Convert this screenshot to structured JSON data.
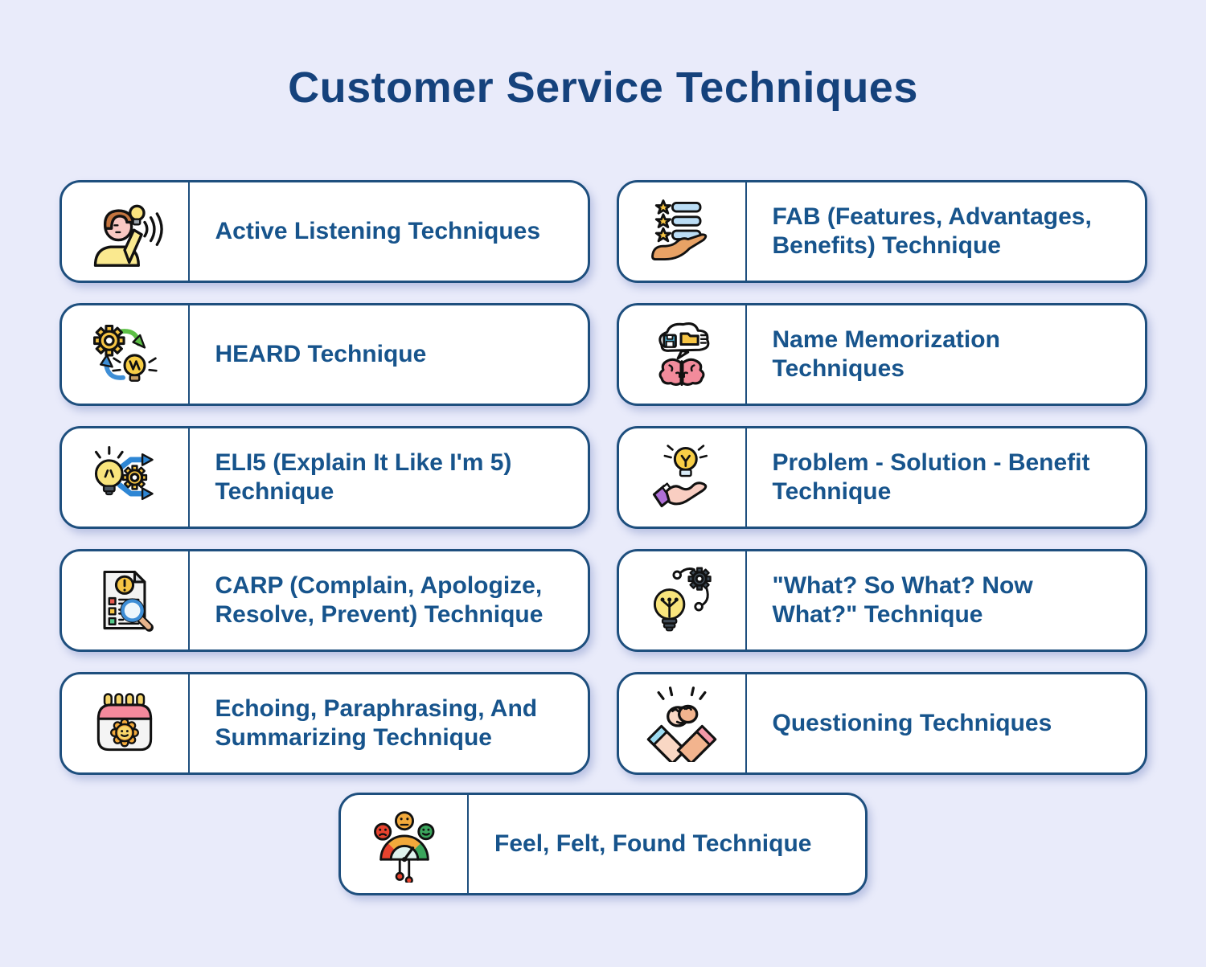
{
  "title": "Customer Service Techniques",
  "colors": {
    "background": "#E9EBFA",
    "card_border": "#1E4F7E",
    "card_background": "#FFFFFF",
    "label_text": "#17548C",
    "title_text": "#15427C"
  },
  "cards": [
    {
      "label": "Active Listening Techniques",
      "icon": "listening-person-icon"
    },
    {
      "label": "FAB (Features, Advantages, Benefits) Technique",
      "icon": "hand-star-list-icon"
    },
    {
      "label": "HEARD Technique",
      "icon": "gear-bulb-cycle-icon"
    },
    {
      "label": "Name Memorization Techniques",
      "icon": "brain-memory-icon"
    },
    {
      "label": "ELI5 (Explain It Like I'm 5) Technique",
      "icon": "bulb-process-arrows-icon"
    },
    {
      "label": "Problem - Solution - Benefit Technique",
      "icon": "hand-holding-bulb-icon"
    },
    {
      "label": "CARP (Complain, Apologize, Resolve, Prevent) Technique",
      "icon": "document-magnifier-icon"
    },
    {
      "label": "\"What? So What? Now What?\" Technique",
      "icon": "bulb-gear-network-icon"
    },
    {
      "label": "Echoing, Paraphrasing, And Summarizing Technique",
      "icon": "calendar-smiley-icon"
    },
    {
      "label": "Questioning Techniques",
      "icon": "clasped-hands-icon"
    },
    {
      "label": "Feel, Felt, Found Technique",
      "icon": "satisfaction-gauge-icon"
    }
  ]
}
